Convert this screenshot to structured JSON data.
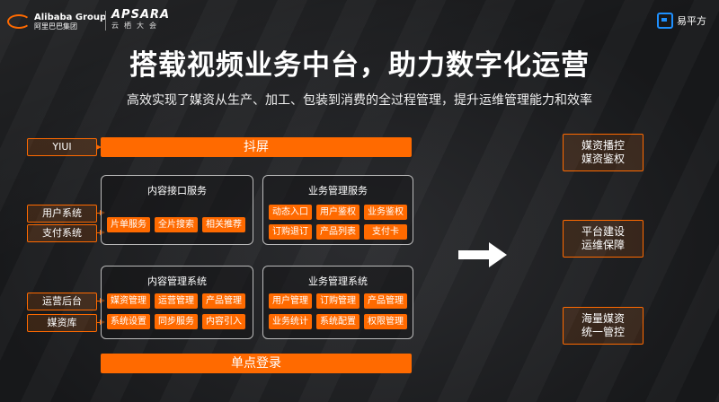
{
  "header": {
    "alibaba_logo_line1": "Alibaba Group",
    "alibaba_logo_line2": "阿里巴巴集团",
    "apsara_line1": "APSARA",
    "apsara_line2": "云栖大会",
    "brand": "易平方"
  },
  "title": "搭载视频业务中台，助力数字化运营",
  "subtitle": "高效实现了媒资从生产、加工、包装到消费的全过程管理，提升运维管理能力和效率",
  "top_bar": "抖屏",
  "bottom_bar": "单点登录",
  "left_labels": {
    "yiui": "YIUI",
    "user_system": "用户系统",
    "pay_system": "支付系统",
    "ops_backend": "运营后台",
    "media_library": "媒资库"
  },
  "panels": {
    "content_api": {
      "title": "内容接口服务",
      "chips": [
        "片单服务",
        "全片搜索",
        "相关推荐"
      ]
    },
    "biz_service": {
      "title": "业务管理服务",
      "chips": [
        "动态入口",
        "用户鉴权",
        "业务鉴权",
        "订购退订",
        "产品列表",
        "支付卡"
      ]
    },
    "content_mgmt": {
      "title": "内容管理系统",
      "chips": [
        "媒资管理",
        "运营管理",
        "产品管理",
        "系统设置",
        "同步服务",
        "内容引入"
      ]
    },
    "biz_mgmt": {
      "title": "业务管理系统",
      "chips": [
        "用户管理",
        "订购管理",
        "产品管理",
        "业务统计",
        "系统配置",
        "权限管理"
      ]
    }
  },
  "right_boxes": [
    {
      "line1": "媒资播控",
      "line2": "媒资鉴权"
    },
    {
      "line1": "平台建设",
      "line2": "运维保障"
    },
    {
      "line1": "海量媒资",
      "line2": "统一管控"
    }
  ],
  "colors": {
    "accent": "#ff6a00",
    "brand_blue": "#1e90ff",
    "background": "#1c1d1f"
  }
}
